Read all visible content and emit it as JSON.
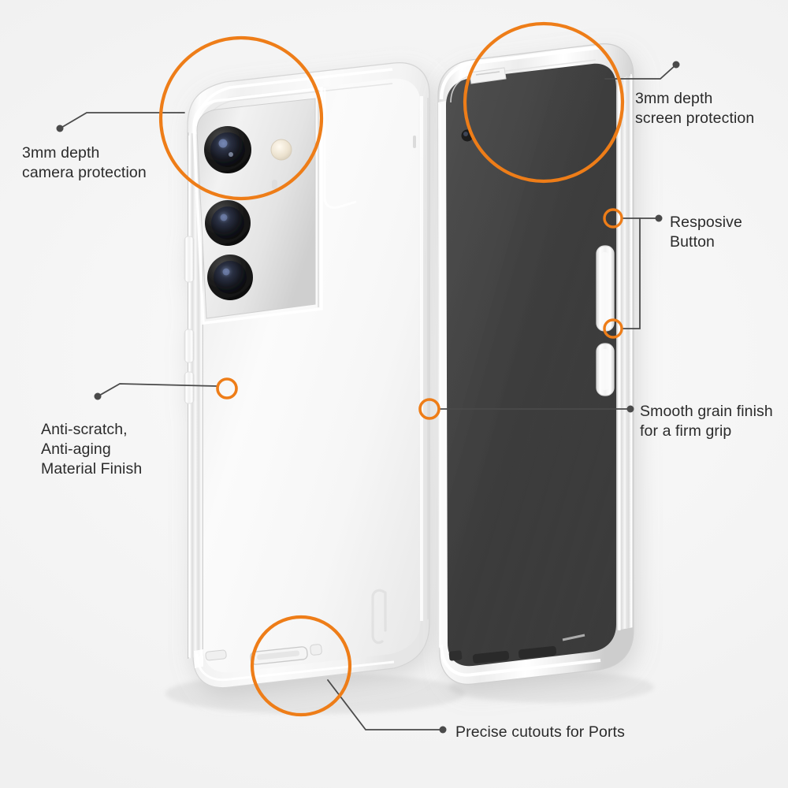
{
  "graphic": {
    "title": "Clear phone case feature callout infographic",
    "background_color": "#f2f2f2",
    "accent_color": "#EE7D18",
    "leader_line_color": "#4a4a4a",
    "text_color": "#2b2b2b",
    "screen_color": "#3a3a3a",
    "case_color": "#f7f7f7"
  },
  "callouts": [
    {
      "id": "camera-protection",
      "label": "3mm depth\ncamera protection",
      "side": "left",
      "highlight": "large-circle",
      "target": "rear camera module"
    },
    {
      "id": "screen-protection",
      "label": "3mm depth\nscreen protection",
      "side": "right",
      "highlight": "large-circle",
      "target": "front screen top edge"
    },
    {
      "id": "responsive-button",
      "label": "Resposive\nButton",
      "side": "right",
      "highlight": "small-circle",
      "target": "side buttons"
    },
    {
      "id": "material-finish",
      "label": "Anti-scratch,\nAnti-aging\nMaterial Finish",
      "side": "left",
      "highlight": "small-circle",
      "target": "case back surface"
    },
    {
      "id": "grain-finish",
      "label": "Smooth grain finish\nfor a firm grip",
      "side": "right",
      "highlight": "small-circle",
      "target": "case side edge"
    },
    {
      "id": "port-cutouts",
      "label": "Precise cutouts for Ports",
      "side": "bottom",
      "highlight": "large-circle",
      "target": "bottom charging port"
    }
  ],
  "devices": {
    "back_phone": {
      "name": "Rear view phone in clear case",
      "camera_count": 3,
      "has_flash": true
    },
    "front_phone": {
      "name": "Front view phone in clear case",
      "has_punch_hole_camera": true,
      "side_buttons": 2
    }
  }
}
